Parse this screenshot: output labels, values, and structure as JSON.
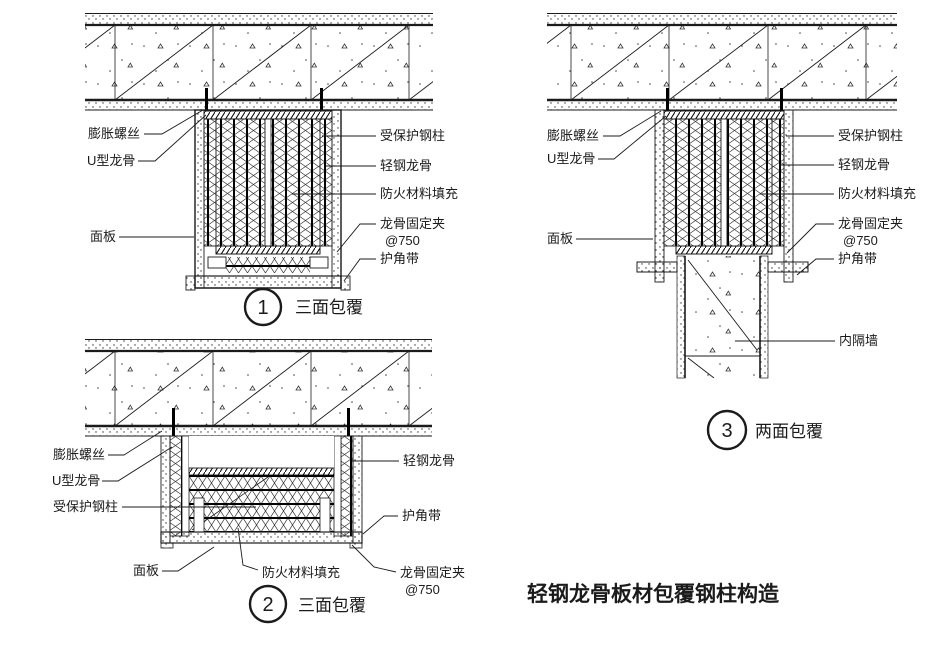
{
  "title": "轻钢龙骨板材包覆钢柱构造",
  "d1": {
    "number": "1",
    "caption": "三面包覆",
    "expansion_screw": "膨胀螺丝",
    "u_runner": "U型龙骨",
    "face_panel": "面板",
    "protected_column": "受保护钢柱",
    "steel_stud": "轻钢龙骨",
    "fire_fill": "防火材料填充",
    "stud_clip": "龙骨固定夹",
    "clip_spacing": "@750",
    "corner_bead": "护角带"
  },
  "d2": {
    "number": "2",
    "caption": "三面包覆",
    "expansion_screw": "膨胀螺丝",
    "u_runner": "U型龙骨",
    "face_panel": "面板",
    "protected_column": "受保护钢柱",
    "steel_stud": "轻钢龙骨",
    "fire_fill": "防火材料填充",
    "stud_clip": "龙骨固定夹",
    "clip_spacing": "@750",
    "corner_bead": "护角带"
  },
  "d3": {
    "number": "3",
    "caption": "两面包覆",
    "expansion_screw": "膨胀螺丝",
    "u_runner": "U型龙骨",
    "face_panel": "面板",
    "protected_column": "受保护钢柱",
    "steel_stud": "轻钢龙骨",
    "fire_fill": "防火材料填充",
    "stud_clip": "龙骨固定夹",
    "clip_spacing": "@750",
    "corner_bead": "护角带",
    "partition_wall": "内隔墙"
  }
}
